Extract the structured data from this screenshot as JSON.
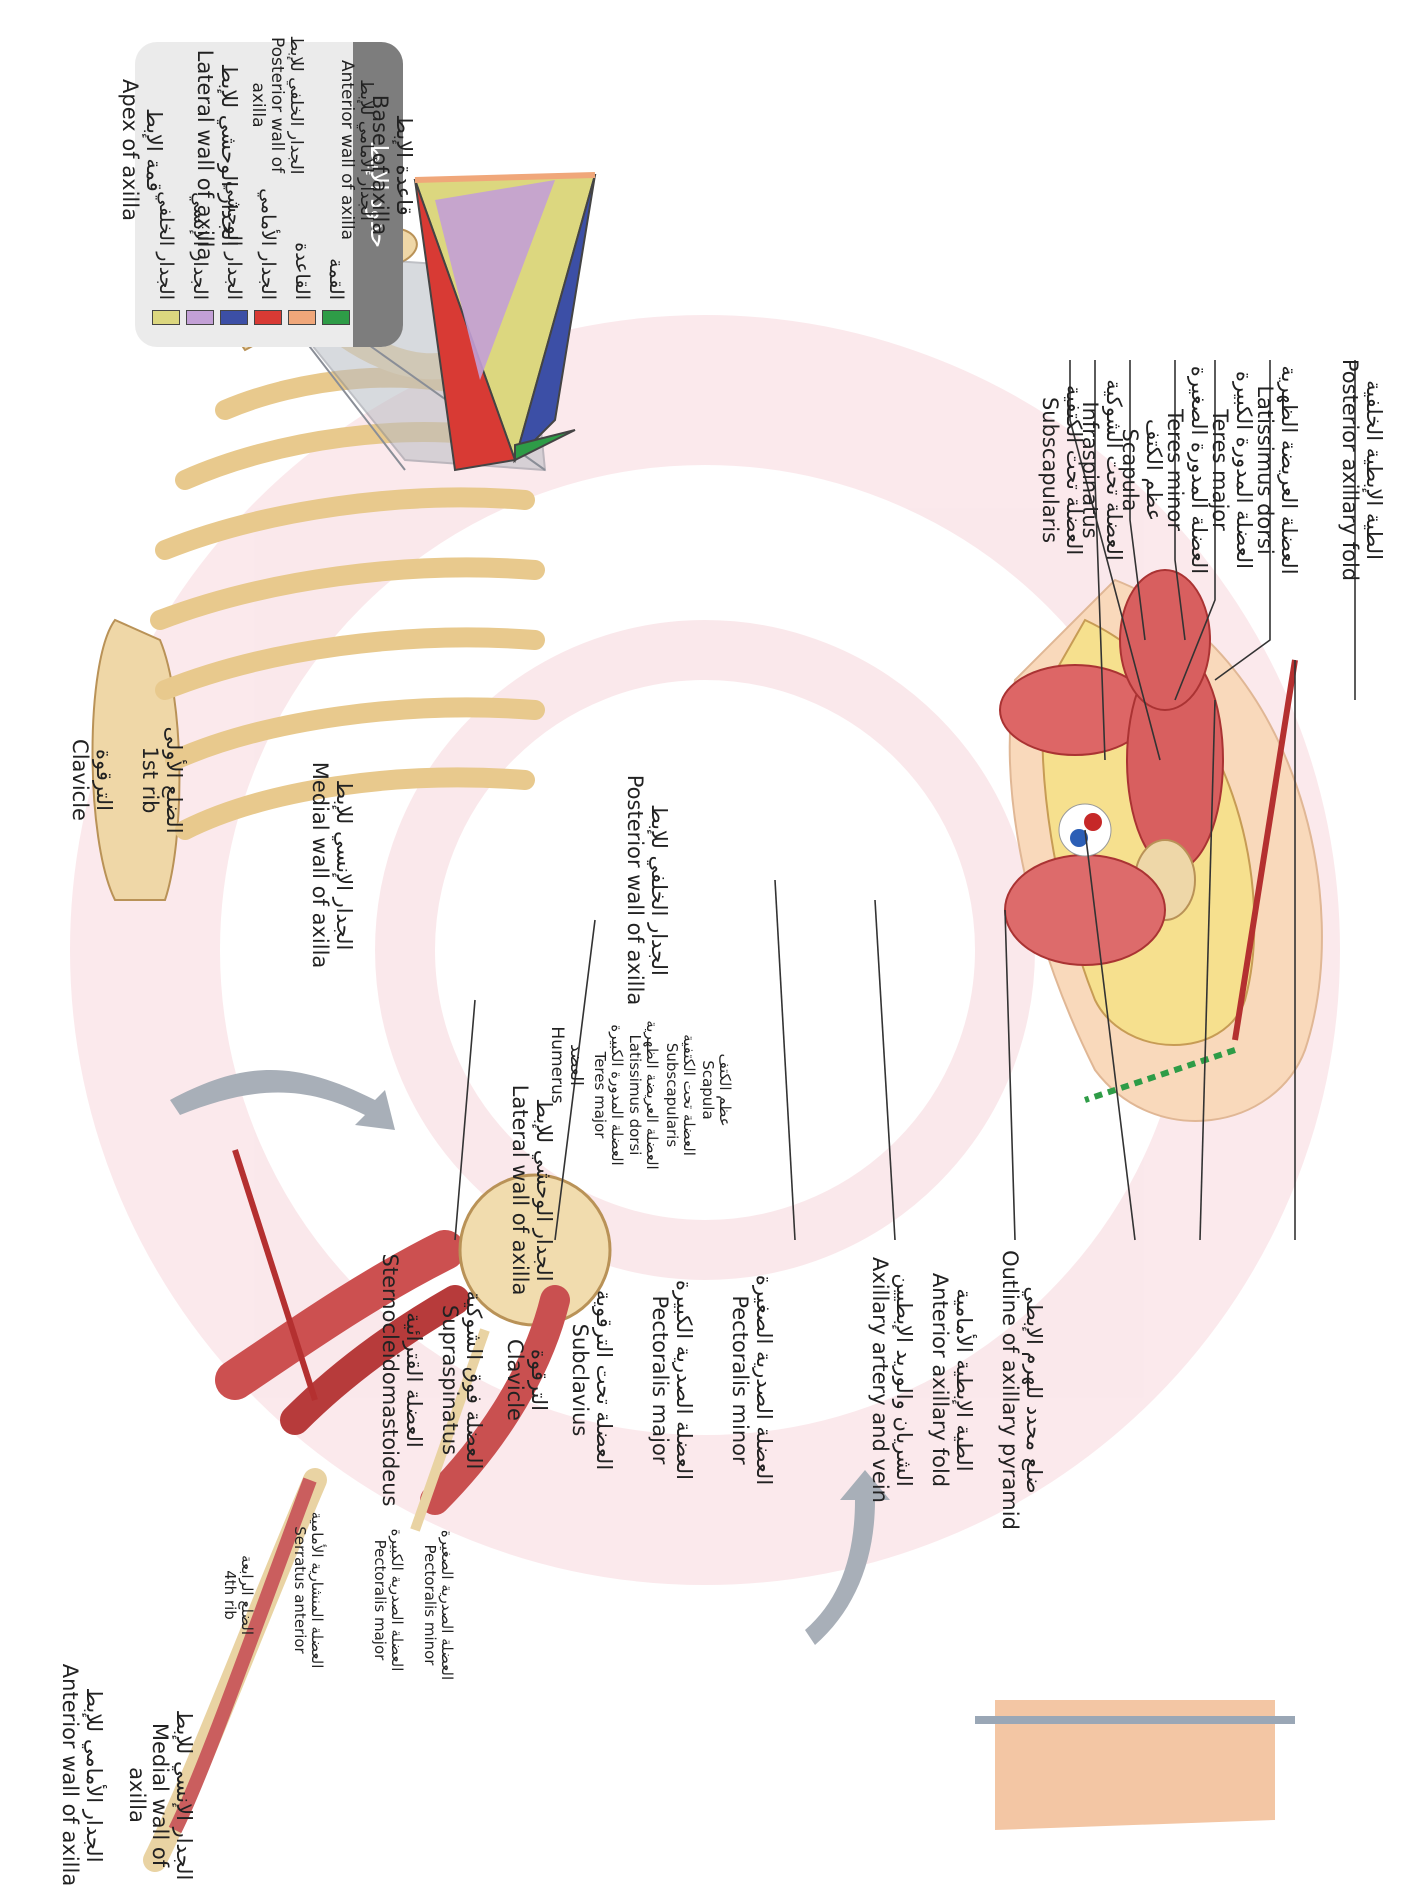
{
  "legend": {
    "title": "حدود الإبط",
    "items": [
      {
        "label": "القمة",
        "color": "#2e9c47"
      },
      {
        "label": "القاعدة",
        "color": "#f0a77a"
      },
      {
        "label": "الجدار الأمامي",
        "color": "#d83a34"
      },
      {
        "label": "الجدار الوحشي",
        "color": "#3c4fa6"
      },
      {
        "label": "الجدار الإنسي",
        "color": "#c3a0d6"
      },
      {
        "label": "الجدار الخلفي",
        "color": "#dcd77f"
      }
    ]
  },
  "top_diagram": {
    "apex": {
      "ar": "قمة الإبط",
      "en": "Apex of axilla"
    },
    "lateral_wall": {
      "ar": "الجدار الوحشي للإبط",
      "en": "Lateral wall of axilla"
    },
    "posterior_wall": {
      "ar": "الجدار الخلفي للإبط",
      "en": "Posterior wall of axilla"
    },
    "anterior_wall": {
      "ar": "الجدار الأمامي للإبط",
      "en": "Anterior wall of axilla"
    },
    "base": {
      "ar": "قاعدة الإبط",
      "en": "Base of axilla"
    },
    "clavicle": {
      "ar": "الترقوة",
      "en": "Clavicle"
    },
    "first_rib": {
      "ar": "الضلع الأولى",
      "en": "1st rib"
    },
    "medial_wall": {
      "ar": "الجدار الإنسي للإبط",
      "en": "Medial wall of axilla"
    }
  },
  "section_right": {
    "posterior_wall": {
      "ar": "الجدار الخلفي للإبط",
      "en": "Posterior wall of axilla"
    },
    "lateral_wall": {
      "ar": "الجدار الوحشي للإبط",
      "en": "Lateral wall of axilla"
    },
    "humerus": {
      "ar": "العضد",
      "en": "Humerus"
    },
    "teres_major": {
      "ar": "العضلة المدورة الكبيرة",
      "en": "Teres major"
    },
    "latissimus": {
      "ar": "العضلة العريضة الظهرية",
      "en": "Latissimus dorsi"
    },
    "subscapularis": {
      "ar": "العضلة تحت الكتفية",
      "en": "Subscapularis"
    },
    "scapula": {
      "ar": "عظم الكتف",
      "en": "Scapula"
    },
    "pectoralis_major": {
      "ar": "العضلة الصدرية الكبيرة",
      "en": "Pectoralis major"
    },
    "pectoralis_minor": {
      "ar": "العضلة الصدرية الصغيرة",
      "en": "Pectoralis minor"
    },
    "serratus": {
      "ar": "العضلة المنشارية الأمامية",
      "en": "Serratus anterior"
    },
    "fourth_rib": {
      "ar": "الضلع الرابعة",
      "en": "4th rib"
    },
    "anterior_wall": {
      "ar": "الجدار الأمامي للإبط",
      "en": "Anterior wall of axilla"
    },
    "medial_wall": {
      "ar": "الجدار الإنسي للإبط",
      "en": "Medial wall of axilla"
    }
  },
  "section_left": {
    "subscapularis": {
      "ar": "العضلة تحت الكتفية",
      "en": "Subscapularis"
    },
    "infraspinatus": {
      "ar": "العضلة تحت الشوكية",
      "en": "Infraspinatus"
    },
    "scapula": {
      "ar": "عظم الكتف",
      "en": "Scapula"
    },
    "teres_minor": {
      "ar": "العضلة المدورة الصغيرة",
      "en": "Teres minor"
    },
    "teres_major": {
      "ar": "العضلة المدورة الكبيرة",
      "en": "Teres major"
    },
    "latissimus": {
      "ar": "العضلة العريضة الظهرية",
      "en": "Latissimus dorsi"
    },
    "post_fold": {
      "ar": "الطية الإبطية الخلفية",
      "en": "Posterior axillary fold"
    },
    "scm": {
      "ar": "العضلة القترائية",
      "en": "Sternocleidomastoideus"
    },
    "supraspinatus": {
      "ar": "العضلة فوق الشوكية",
      "en": "Supraspinatus"
    },
    "clavicle": {
      "ar": "الترقوة",
      "en": "Clavicle"
    },
    "subclavius": {
      "ar": "العضلة تحت الترقوية",
      "en": "Subclavius"
    },
    "pectoralis_major": {
      "ar": "العضلة الصدرية الكبيرة",
      "en": "Pectoralis major"
    },
    "pectoralis_minor": {
      "ar": "العضلة الصدرية الصغيرة",
      "en": "Pectoralis minor"
    },
    "axillary_vessels": {
      "ar": "الشريان والوريد الإبطيين",
      "en": "Axillary artery and vein"
    },
    "ant_fold": {
      "ar": "الطية الإبطية الأمامية",
      "en": "Anterior axillary fold"
    },
    "outline": {
      "ar": "ضلع محدد للهرم الإبطي",
      "en": "Outline of axillary pyramid"
    }
  }
}
